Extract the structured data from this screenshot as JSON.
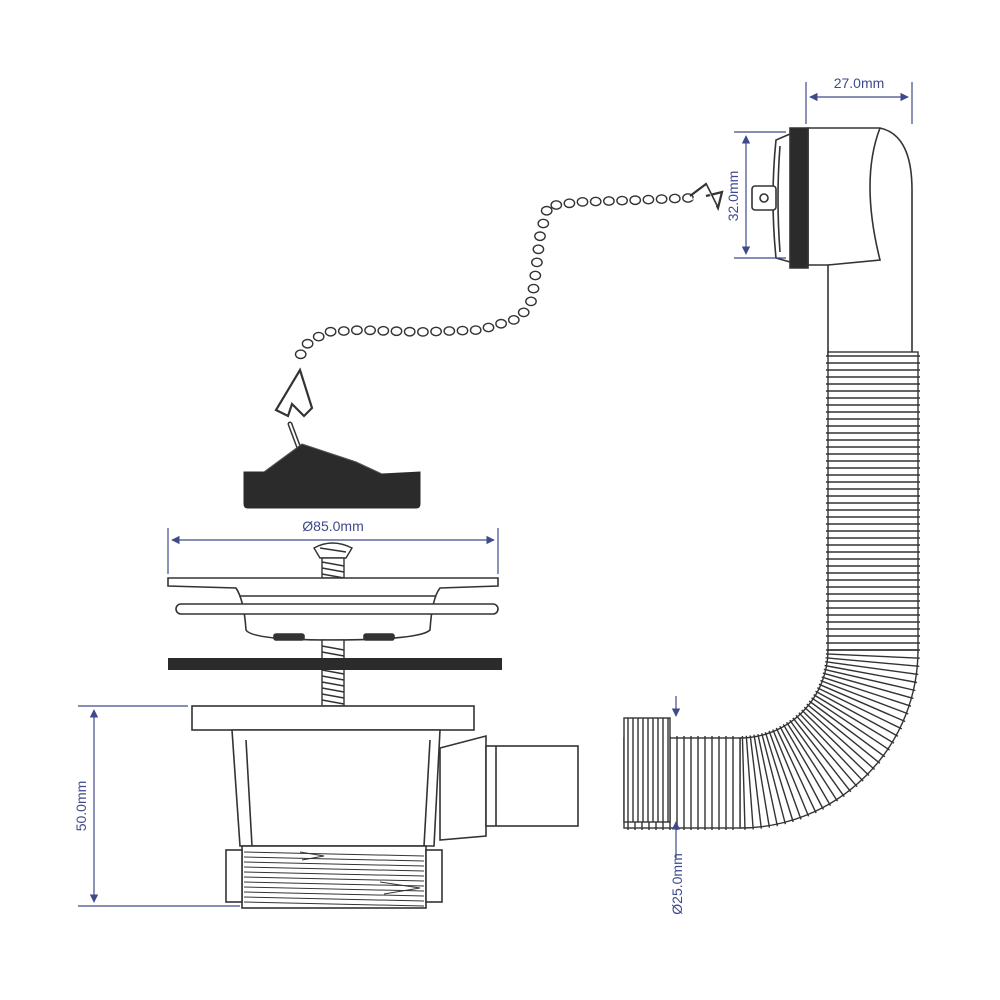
{
  "dimensions": {
    "overflow_width": "27.0mm",
    "overflow_height": "32.0mm",
    "strainer_diameter": "Ø85.0mm",
    "body_height": "50.0mm",
    "hose_diameter": "Ø25.0mm"
  },
  "colors": {
    "dimension": "#3f4a8a",
    "outline": "#333333",
    "fill_dark": "#2b2b2b",
    "fill_light": "#ffffff"
  }
}
